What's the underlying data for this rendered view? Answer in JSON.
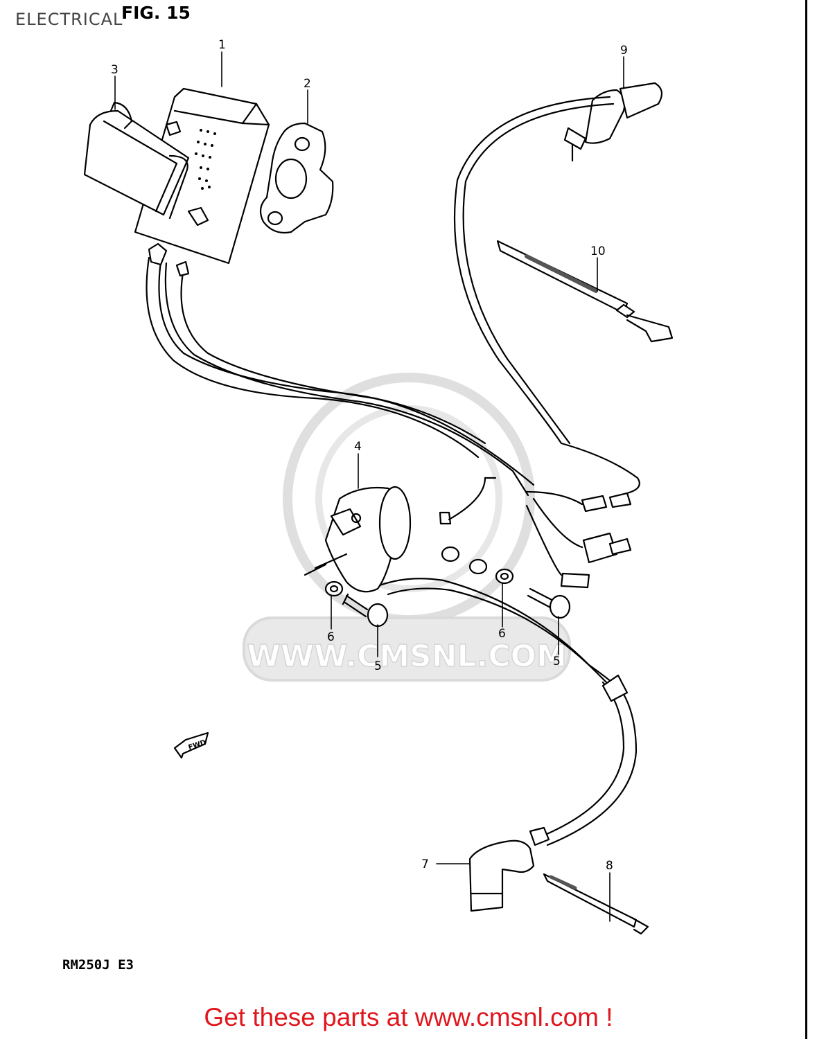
{
  "header": {
    "section_title": "ELECTRICAL",
    "figure_label": "FIG. 15"
  },
  "diagram": {
    "callouts": [
      "1",
      "2",
      "3",
      "4",
      "5",
      "6",
      "6",
      "5",
      "7",
      "8",
      "9",
      "10"
    ],
    "fwd_arrow_label": "FWD",
    "watermark": "WWW.CMSNL.COM",
    "model_code": "RM250J E3"
  },
  "footer": {
    "link_text": "Get these parts at www.cmsnl.com !"
  },
  "colors": {
    "line": "#000000",
    "footer_link": "#e0161c",
    "watermark": "#d9d9d9"
  }
}
